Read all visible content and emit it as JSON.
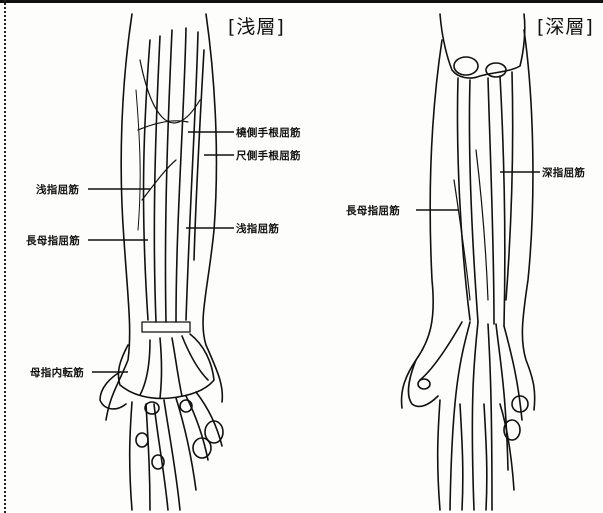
{
  "panels": {
    "superficial": {
      "title": "[浅層]"
    },
    "deep": {
      "title": "[深層]"
    }
  },
  "labels": {
    "flexor_carpi_radialis": "橈側手根屈筋",
    "flexor_carpi_ulnaris": "尺側手根屈筋",
    "fds_left": "浅指屈筋",
    "fds_right": "浅指屈筋",
    "fpl_superficial": "長母指屈筋",
    "adductor_pollicis": "母指内転筋",
    "fpl_deep": "長母指屈筋",
    "fdp": "深指屈筋"
  },
  "colors": {
    "ink": "#111111",
    "paper": "#fdfdfb"
  }
}
